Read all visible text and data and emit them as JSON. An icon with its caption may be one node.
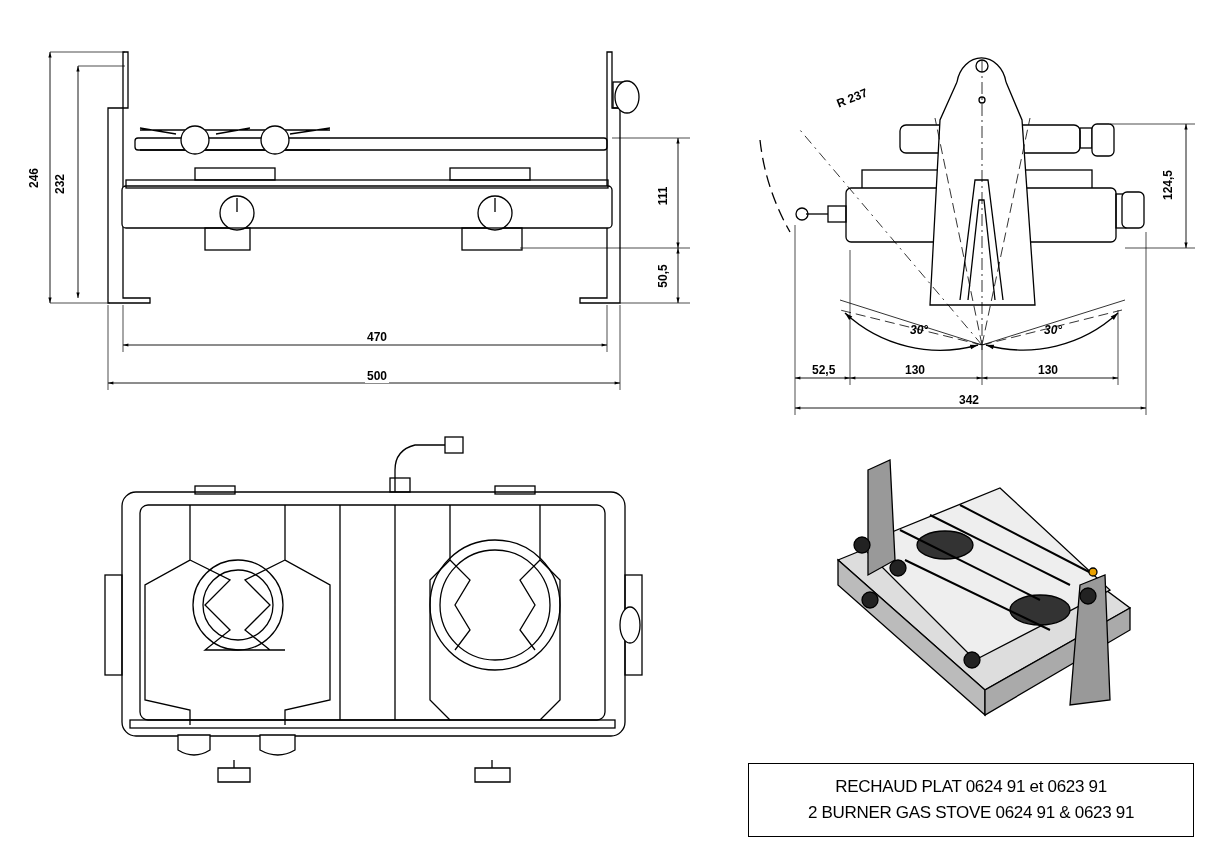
{
  "diagram": {
    "nodes": [
      {
        "text": [
          "RECHAUD PLAT 0624 91 et 0623 91",
          "2 BURNER GAS STOVE 0624 91 & 0623 91"
        ]
      }
    ],
    "edges": [],
    "labels": [
      "246",
      "232",
      "111",
      "50,5",
      "470",
      "500",
      "R 237",
      "124,5",
      "30°",
      "30°",
      "52,5",
      "130",
      "130",
      "342"
    ]
  }
}
